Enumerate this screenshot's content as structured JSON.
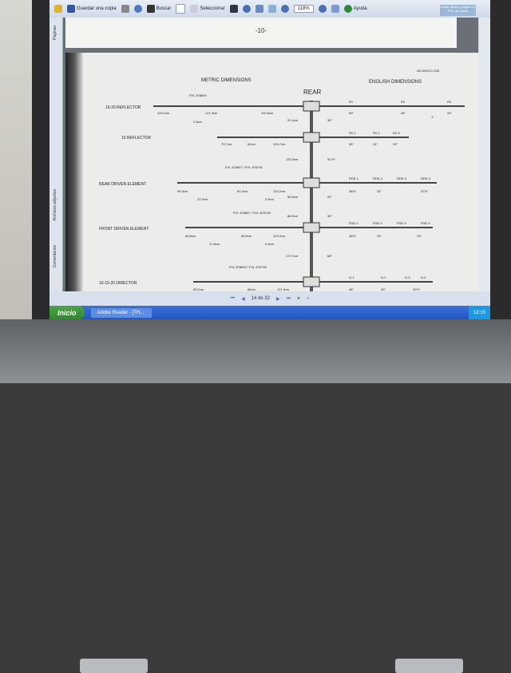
{
  "toolbar": {
    "save_label": "Guardar una copia",
    "search_label": "Buscar",
    "select_label": "Seleccionar",
    "zoom_value": "118%",
    "help_label": "Ayuda",
    "ad_text": "Incluir libros y juegos en PDF de Adobe"
  },
  "nav_tabs": [
    "Páginas",
    "Archivos adjuntos",
    "Comentarios"
  ],
  "page_top": {
    "page_number": "-10-"
  },
  "drawing": {
    "doc_code": "AD-3920-C-003",
    "metric_heading": "METRIC DIMENSIONS",
    "english_heading": "ENGLISH DIMENSIONS",
    "rear_label": "REAR",
    "elements": [
      {
        "label": "15-20 REFLECTOR",
        "part": "P.N. 878694",
        "dims": [
          "109.2cm",
          "121.9cm",
          "210.8cm",
          "R1",
          "R2",
          "R3",
          "83\"",
          "48\"",
          "43\"",
          "2.5cm",
          "1\""
        ]
      },
      {
        "label": "10 REFLECTOR",
        "part": "",
        "dims": [
          "73.7cm",
          "61cm",
          "139.7cm",
          "R2-1",
          "R2-2",
          "R2-3",
          "55\"",
          "24\"",
          "29\""
        ]
      },
      {
        "label": "REAR DRIVEN ELEMENT",
        "part": "P.N. 878657 / P.N. 878745",
        "dims": [
          "95.3cm",
          "81.3cm",
          "123.2cm",
          "RDE-1",
          "RDE-2",
          "RDE-3",
          "RDE-4",
          "48½\"",
          "32\"",
          "37½\"",
          "22.9cm",
          "2.5cm"
        ]
      },
      {
        "label": "FRONT DRIVEN ELEMENT",
        "part": "P.N. 878657 / P.N. 878745",
        "dims": [
          "83.8cm",
          "63.5cm",
          "123.2cm",
          "FDE-1",
          "FDE-2",
          "FDE-3",
          "FDE-4",
          "48½\"",
          "25\"",
          "33\"",
          "17.8cm",
          "2.5cm"
        ]
      },
      {
        "label": "10-15-20 DIRECTOR",
        "part": "P.N. 878694 / P.N. 878745",
        "dims": [
          "83.2cm",
          "66cm",
          "121.9cm",
          "D-1",
          "D-2",
          "D-3",
          "D-4",
          "48\"",
          "26\"",
          "32½\""
        ]
      }
    ],
    "boom_dims": [
      "91.4cm",
      "36\"",
      "133.3cm",
      "52.½\"",
      "50.8cm",
      "20\"",
      "88.9cm",
      "35\"",
      "172.7cm",
      "68\""
    ]
  },
  "bottom_nav": {
    "page_indicator": "14 de 32"
  },
  "taskbar": {
    "start_label": "Inicio",
    "task_label": "Adobe Reader - [TH...",
    "clock": "12:15"
  }
}
